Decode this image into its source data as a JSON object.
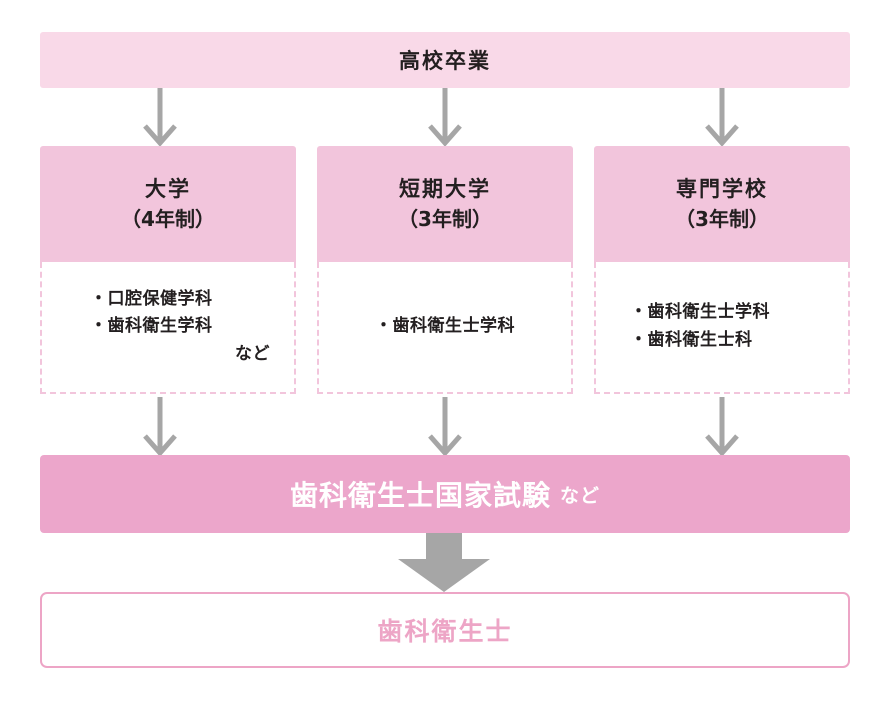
{
  "diagram": {
    "title_bar": {
      "label": "高校卒業"
    },
    "paths": [
      {
        "name": "大学",
        "years": "（4年制）",
        "items": [
          "・口腔保健学科",
          "・歯科衛生学科",
          "など"
        ],
        "align": "mixed"
      },
      {
        "name": "短期大学",
        "years": "（3年制）",
        "items": [
          "・歯科衛生士学科"
        ],
        "align": "center"
      },
      {
        "name": "専門学校",
        "years": "（3年制）",
        "items": [
          "・歯科衛生士学科",
          "・歯科衛生士科"
        ],
        "align": "left"
      }
    ],
    "exam": {
      "title": "歯科衛生士国家試験",
      "suffix": "など"
    },
    "result": {
      "label": "歯科衛生士"
    },
    "colors": {
      "top_bar_fill": "#f9d9e8",
      "column_head_fill": "#f2c5dc",
      "dashed_border": "#f2c5dc",
      "exam_bar_fill": "#eca6cb",
      "result_border": "#eda5c6",
      "result_text": "#eda5c6",
      "arrow_gray": "#a6a6a6",
      "text_dark": "#231f20"
    },
    "arrow_icons": {
      "thin": "arrow-down-icon",
      "block": "block-arrow-down-icon"
    }
  }
}
